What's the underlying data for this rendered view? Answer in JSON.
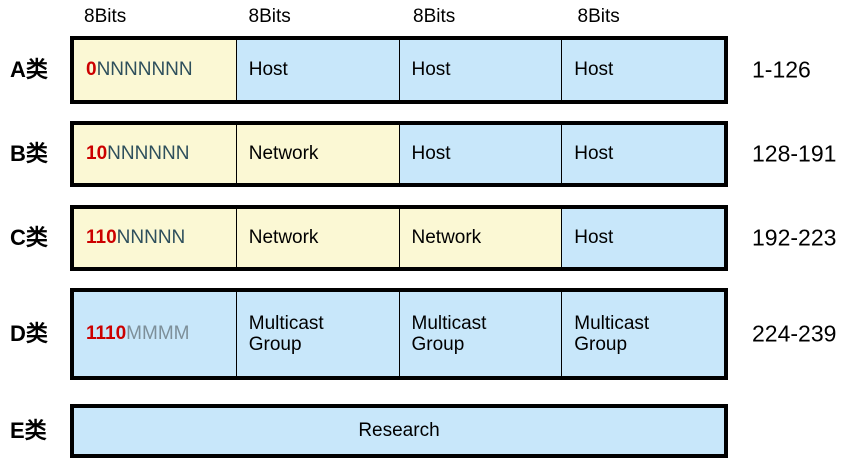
{
  "header": {
    "bits_labels": [
      "8Bits",
      "8Bits",
      "8Bits",
      "8Bits"
    ]
  },
  "colors": {
    "network_fill": "#FBF8D4",
    "host_fill": "#C8E7FA",
    "prefix_red": "#CC0000",
    "n_slate": "#2E4F5C",
    "m_gray": "#7D8F99",
    "border": "#000000",
    "background": "#FFFFFF"
  },
  "rows": [
    {
      "label": "A类",
      "prefix": "0",
      "suffix": "NNNNNNN",
      "suffix_kind": "n",
      "first_fill": "yellow",
      "octets": [
        {
          "text": "Host",
          "fill": "blue"
        },
        {
          "text": "Host",
          "fill": "blue"
        },
        {
          "text": "Host",
          "fill": "blue"
        }
      ],
      "range": "1-126"
    },
    {
      "label": "B类",
      "prefix": "10",
      "suffix": "NNNNNN",
      "suffix_kind": "n",
      "first_fill": "yellow",
      "octets": [
        {
          "text": "Network",
          "fill": "yellow"
        },
        {
          "text": "Host",
          "fill": "blue"
        },
        {
          "text": "Host",
          "fill": "blue"
        }
      ],
      "range": "128-191"
    },
    {
      "label": "C类",
      "prefix": "110",
      "suffix": "NNNNN",
      "suffix_kind": "n",
      "first_fill": "yellow",
      "octets": [
        {
          "text": "Network",
          "fill": "yellow"
        },
        {
          "text": "Network",
          "fill": "yellow"
        },
        {
          "text": "Host",
          "fill": "blue"
        }
      ],
      "range": "192-223"
    },
    {
      "label": "D类",
      "prefix": "1110",
      "suffix": "MMMM",
      "suffix_kind": "m",
      "first_fill": "blue",
      "octets": [
        {
          "text": "Multicast\nGroup",
          "fill": "blue"
        },
        {
          "text": "Multicast\nGroup",
          "fill": "blue"
        },
        {
          "text": "Multicast\nGroup",
          "fill": "blue"
        }
      ],
      "range": "224-239"
    },
    {
      "label": "E类",
      "full_text": "Research",
      "full_fill": "blue",
      "range": ""
    }
  ]
}
